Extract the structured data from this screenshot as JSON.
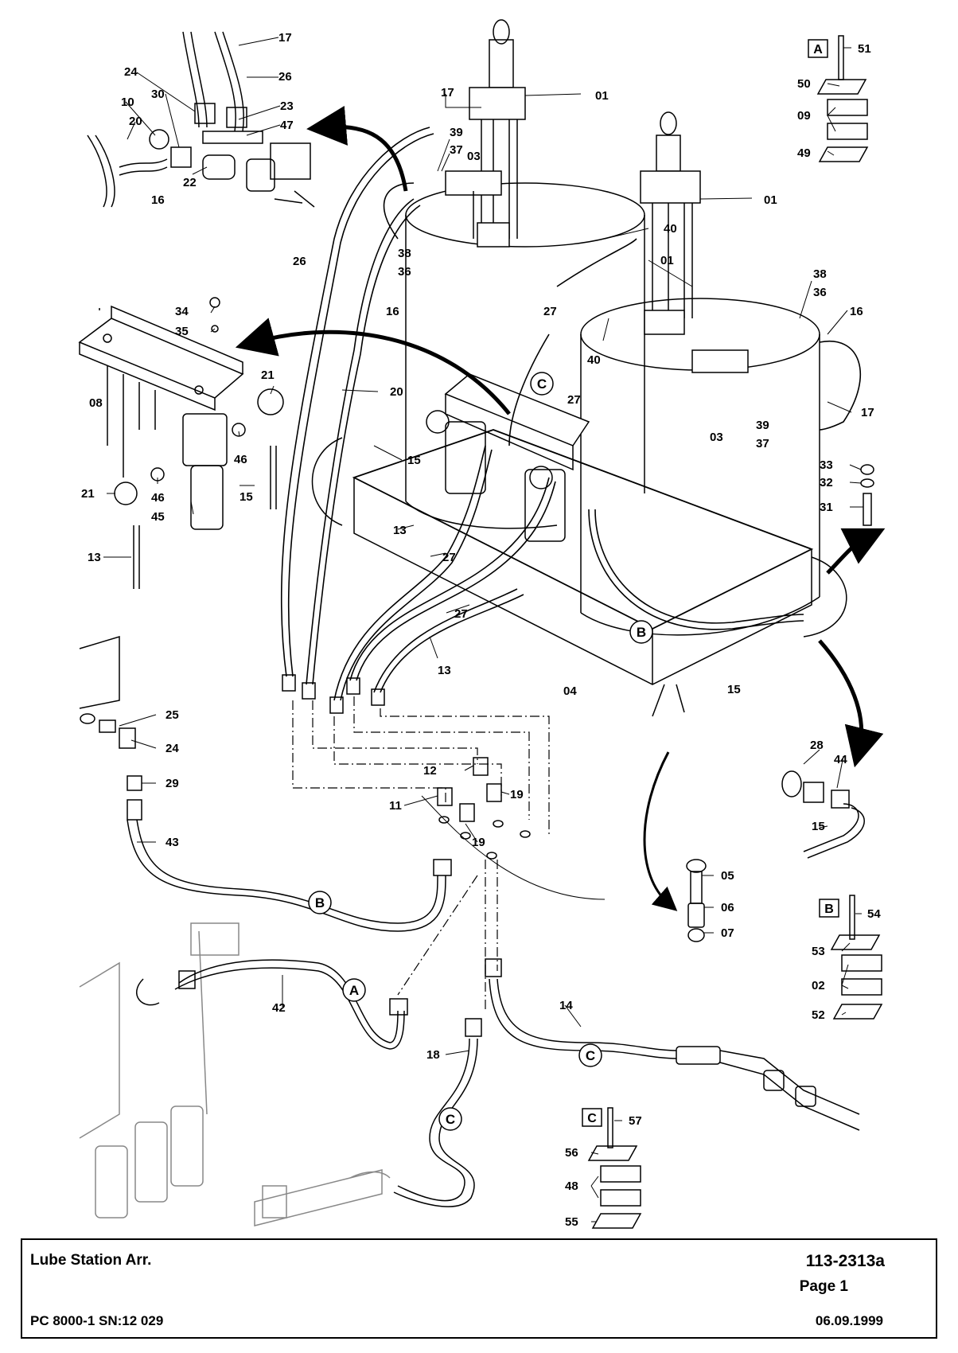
{
  "title_block": {
    "title": "Lube Station Arr.",
    "document_number": "113-2313a",
    "page": "Page 1",
    "model": "PC 8000-1 SN:12 029",
    "date": "06.09.1999"
  },
  "callouts": {
    "c17a": "17",
    "c26a": "26",
    "c24a": "24",
    "c30": "30",
    "c10": "10",
    "c20a": "20",
    "c23": "23",
    "c47": "47",
    "c22": "22",
    "c16a": "16",
    "c17b": "17",
    "c39a": "39",
    "c37a": "37",
    "c03a": "03",
    "c01a": "01",
    "c38a": "38",
    "c36a": "36",
    "c26b": "26",
    "c16b": "16",
    "c27a": "27",
    "c01b": "01",
    "c40a": "40",
    "c01c": "01",
    "c38b": "38",
    "c36b": "36",
    "c16c": "16",
    "c40b": "40",
    "c03b": "03",
    "c39b": "39",
    "c37b": "37",
    "c17c": "17",
    "c27b": "27",
    "c34": "34",
    "c35": "35",
    "c08": "08",
    "c21a": "21",
    "c20b": "20",
    "c15a": "15",
    "c46a": "46",
    "c15b": "15",
    "c21b": "21",
    "c46b": "46",
    "c45": "45",
    "c13a": "13",
    "c13b": "13",
    "c27c": "27",
    "c27d": "27",
    "c13c": "13",
    "c04": "04",
    "c15c": "15",
    "c33": "33",
    "c32": "32",
    "c31": "31",
    "c25": "25",
    "c24b": "24",
    "c29": "29",
    "c43": "43",
    "c12": "12",
    "c11": "11",
    "c19a": "19",
    "c19b": "19",
    "c28": "28",
    "c44": "44",
    "c15d": "15",
    "c05": "05",
    "c06": "06",
    "c07": "07",
    "c42": "42",
    "c18": "18",
    "c14": "14",
    "c51": "51",
    "c50": "50",
    "c09": "09",
    "c49": "49",
    "c54": "54",
    "c53": "53",
    "c02": "02",
    "c52": "52",
    "c57": "57",
    "c56": "56",
    "c48": "48",
    "c55": "55"
  },
  "detail_boxes": {
    "A": "A",
    "B": "B",
    "C": "C"
  },
  "routing_markers": {
    "m_c1": "C",
    "m_b1": "B",
    "m_b2": "B",
    "m_a1": "A",
    "m_c2": "C",
    "m_c3": "C"
  }
}
